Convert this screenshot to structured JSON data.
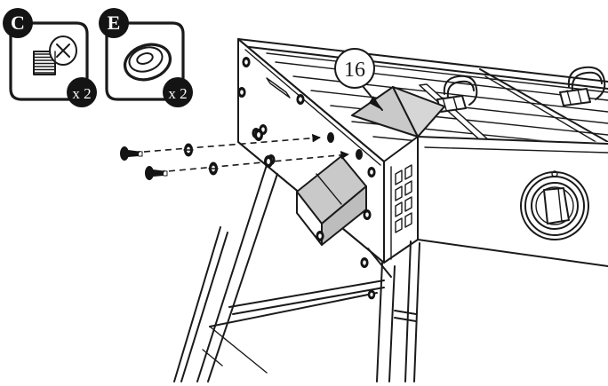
{
  "document": {
    "kind": "assembly-instruction-diagram",
    "background_color": "#ffffff",
    "line_color": "#1a1a1a",
    "shade_color": "#c9c9c9"
  },
  "parts_boxes": [
    {
      "letter": "C",
      "letter_label": "C",
      "quantity_label": "x 2",
      "part_icon": "pan-head-screw-icon",
      "part_description": "screw"
    },
    {
      "letter": "E",
      "letter_label": "E",
      "quantity_label": "x 2",
      "part_icon": "washer-grommet-icon",
      "part_description": "washer"
    }
  ],
  "callouts": [
    {
      "number": "16",
      "target": "heat-deflector-bracket"
    }
  ],
  "fasteners": [
    {
      "name": "screw-upper",
      "icon": "screw-icon"
    },
    {
      "name": "screw-lower",
      "icon": "screw-icon"
    },
    {
      "name": "washer-upper",
      "icon": "washer-icon"
    },
    {
      "name": "washer-lower",
      "icon": "washer-icon"
    }
  ],
  "assembly_paths": [
    {
      "name": "assembly-path-upper",
      "style": "dashed-arrow"
    },
    {
      "name": "assembly-path-lower",
      "style": "dashed-arrow"
    }
  ],
  "product": {
    "name": "gas-grill-cart",
    "components": [
      "firebox",
      "cooking-grates",
      "grate-handles",
      "side-vent-panel",
      "control-knob",
      "cart-leg-frame",
      "heat-deflector-bracket",
      "side-shelf-bracket",
      "mounting-holes"
    ]
  }
}
